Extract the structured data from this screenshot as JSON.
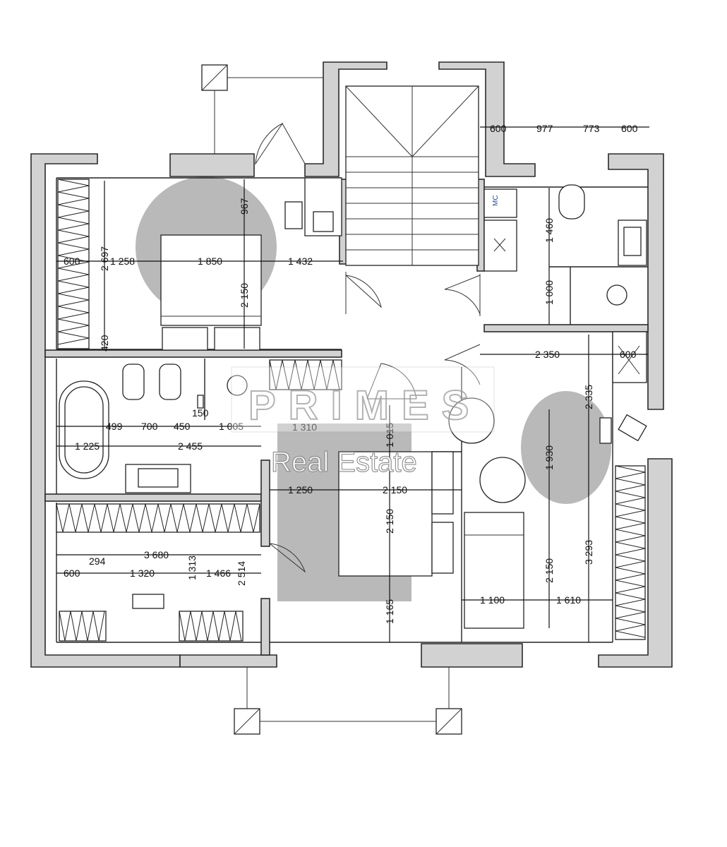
{
  "watermark": {
    "brand": "PRIMES",
    "subtitle": "Real Estate"
  },
  "labels": {
    "mc": "MC"
  },
  "dimensions": {
    "top_600_a": "600",
    "top_977": "977",
    "top_773": "773",
    "top_600_b": "600",
    "d967": "967",
    "d2697": "2 697",
    "d600_left": "600",
    "d1258": "1 258",
    "d1850": "1 850",
    "d1432": "1 432",
    "d2150_master": "2 150",
    "d420": "420",
    "d1460": "1 460",
    "d1000": "1 000",
    "d2350": "2 350",
    "d600_right": "600",
    "d2335": "2 335",
    "d499": "499",
    "d700": "700",
    "d450": "450",
    "d150": "150",
    "d1005": "1 005",
    "d1310": "1 310",
    "d1015": "1 015",
    "d1225": "1 225",
    "d2455": "2 455",
    "d1930": "1 930",
    "d1250": "1 250",
    "d2150_mid": "2 150",
    "d2150_vert": "2 150",
    "d3680": "3 680",
    "d294": "294",
    "d600_dress": "600",
    "d1320": "1 320",
    "d1313": "1 313",
    "d1466": "1 466",
    "d2514": "2 514",
    "d1100": "1 100",
    "d1610": "1 610",
    "d2150_kid": "2 150",
    "d3293": "3 293",
    "d1165": "1 165"
  }
}
